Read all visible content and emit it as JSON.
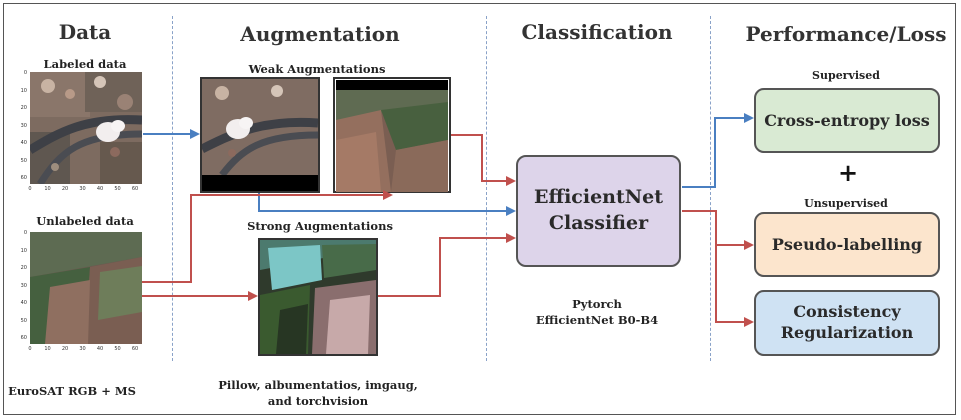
{
  "sections": {
    "data": "Data",
    "augmentation": "Augmentation",
    "classification": "Classification",
    "performance": "Performance/Loss"
  },
  "data_column": {
    "labeled_title": "Labeled data",
    "unlabeled_title": "Unlabeled data",
    "dataset_caption": "EuroSAT RGB + MS",
    "y_ticks": [
      "0",
      "10",
      "20",
      "30",
      "40",
      "50",
      "60"
    ],
    "x_ticks": [
      "0",
      "10",
      "20",
      "30",
      "40",
      "50",
      "60"
    ]
  },
  "augmentation_column": {
    "weak_title": "Weak Augmentations",
    "strong_title": "Strong Augmentations",
    "libs_line1": "Pillow, albumentatios, imgaug,",
    "libs_line2": "and torchvision"
  },
  "classification_column": {
    "classifier_line1": "EfficientNet",
    "classifier_line2": "Classifier",
    "framework_line1": "Pytorch",
    "framework_line2": "EfficientNet B0-B4"
  },
  "performance_column": {
    "supervised_label": "Supervised",
    "unsupervised_label": "Unsupervised",
    "plus_sign": "+",
    "cross_entropy": "Cross-entropy loss",
    "pseudo_labelling": "Pseudo-labelling",
    "consistency_line1": "Consistency",
    "consistency_line2": "Regularization"
  },
  "colors": {
    "blue_arrow": "#4a7fc1",
    "red_arrow": "#c0504d",
    "classifier_fill": "#ddd4ea",
    "cross_entropy_fill": "#d9ead3",
    "pseudo_fill": "#fce5cd",
    "consistency_fill": "#cfe2f3"
  }
}
